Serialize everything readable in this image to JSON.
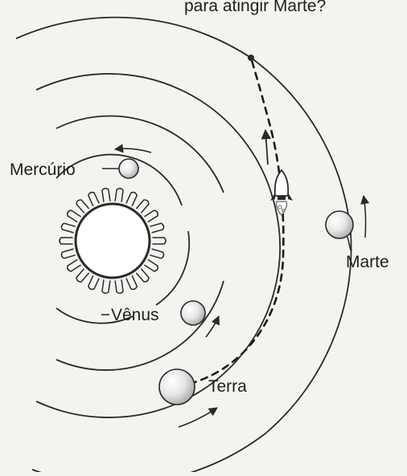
{
  "title_partial": "para atingir Marte?",
  "labels": {
    "mercury": "Mercúrio",
    "venus": "Vênus",
    "earth": "Terra",
    "mars": "Marte"
  },
  "colors": {
    "background": "#f4f3ef",
    "ink": "#2a2a2a",
    "planet_fill_light": "#ffffff",
    "planet_fill_dark": "#a9a9a9"
  },
  "icons": {
    "spacecraft": "rocket-icon",
    "sun": "sun-icon"
  }
}
